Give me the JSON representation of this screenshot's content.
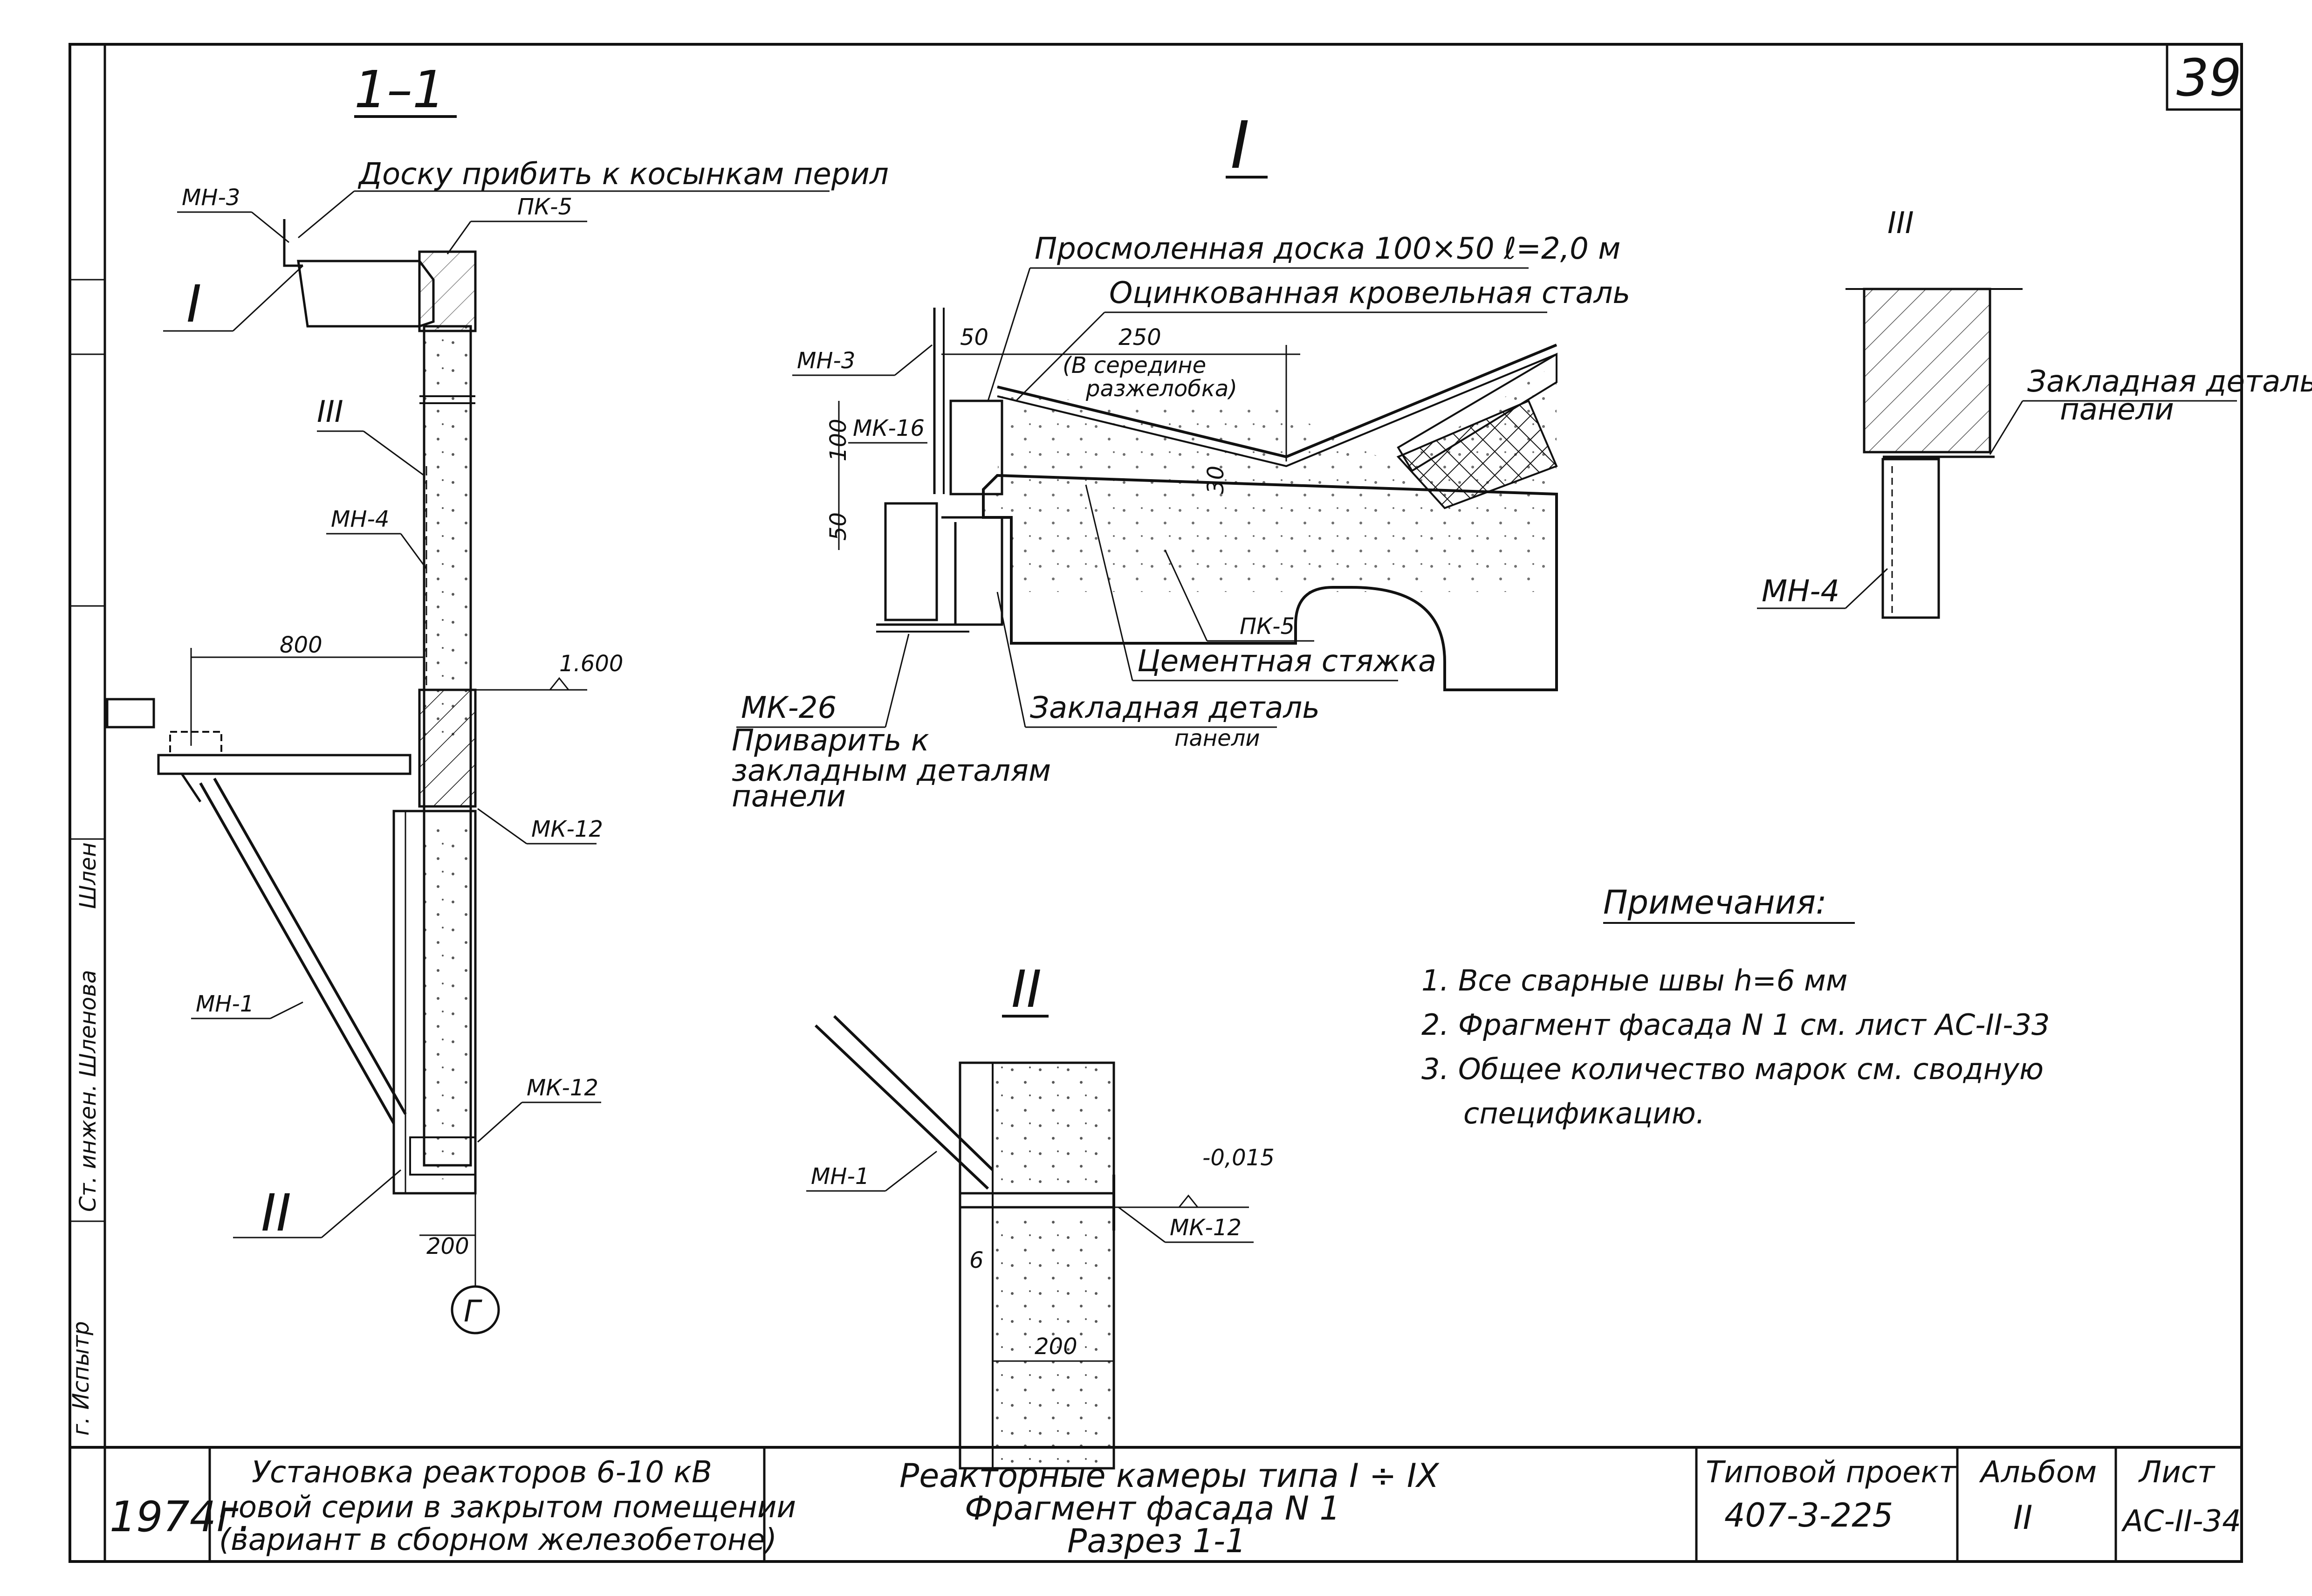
{
  "sheet_number": "39",
  "section_1_1": {
    "title": "1–1",
    "labels": {
      "mn3": "МН-3",
      "nail_board": "Доску прибить к косынкам перил",
      "pk5": "ПК-5",
      "node_I": "I",
      "node_III": "III",
      "mn4": "МН-4",
      "dim_800": "800",
      "mark_1600": "1.600",
      "mk12_top": "МК-12",
      "mn1": "МН-1",
      "mk12_bottom": "МК-12",
      "node_II": "II",
      "dim_200": "200",
      "axis_g": "Г"
    }
  },
  "node_I": {
    "title": "I",
    "labels": {
      "tarred_board": "Просмоленная доска 100×50 ℓ=2,0 м",
      "galvanized_steel": "Оцинкованная кровельная сталь",
      "mn3": "МН-3",
      "dim_50_top": "50",
      "dim_250": "250",
      "in_valley": "(В середине",
      "in_valley_2": "разжелобка)",
      "mk16": "МК-16",
      "dim_100": "100",
      "dim_50_side": "50",
      "dim_30": "30",
      "pk5": "ПК-5",
      "cement_screed": "Цементная стяжка",
      "embedded_part": "Закладная деталь",
      "embedded_part_2": "панели",
      "mk26": "МК-26",
      "weld_1": "Приварить к",
      "weld_2": "закладным деталям",
      "weld_3": "панели"
    }
  },
  "node_III": {
    "title": "III",
    "labels": {
      "embedded_part": "Закладная деталь",
      "embedded_part_2": "панели",
      "mn4": "МН-4"
    }
  },
  "node_II": {
    "title": "II",
    "labels": {
      "mn1": "МН-1",
      "mark_015": "-0,015",
      "mk12": "МК-12",
      "dim_6": "6",
      "dim_200": "200"
    }
  },
  "notes": {
    "heading": "Примечания:",
    "items": [
      "1. Все сварные швы h=6 мм",
      "2. Фрагмент фасада N 1 см. лист АС-II-33",
      "3. Общее количество марок см. сводную",
      "спецификацию."
    ]
  },
  "left_margin": {
    "engineer": "Ст. инжен. Шленова",
    "signature": "Шлен",
    "bottom": "г. Испытр"
  },
  "title_block": {
    "year": "1974г.",
    "description_1": "Установка реакторов 6-10 кВ",
    "description_2": "новой серии в закрытом помещении",
    "description_3": "(вариант в сборном железобетоне)",
    "name_1": "Реакторные камеры типа I ÷ IX",
    "name_2": "Фрагмент фасада N 1",
    "name_3": "Разрез 1-1",
    "project_label": "Типовой проект",
    "project_value": "407-3-225",
    "album_label": "Альбом",
    "album_value": "II",
    "sheet_label": "Лист",
    "sheet_value": "АС-II-34"
  }
}
